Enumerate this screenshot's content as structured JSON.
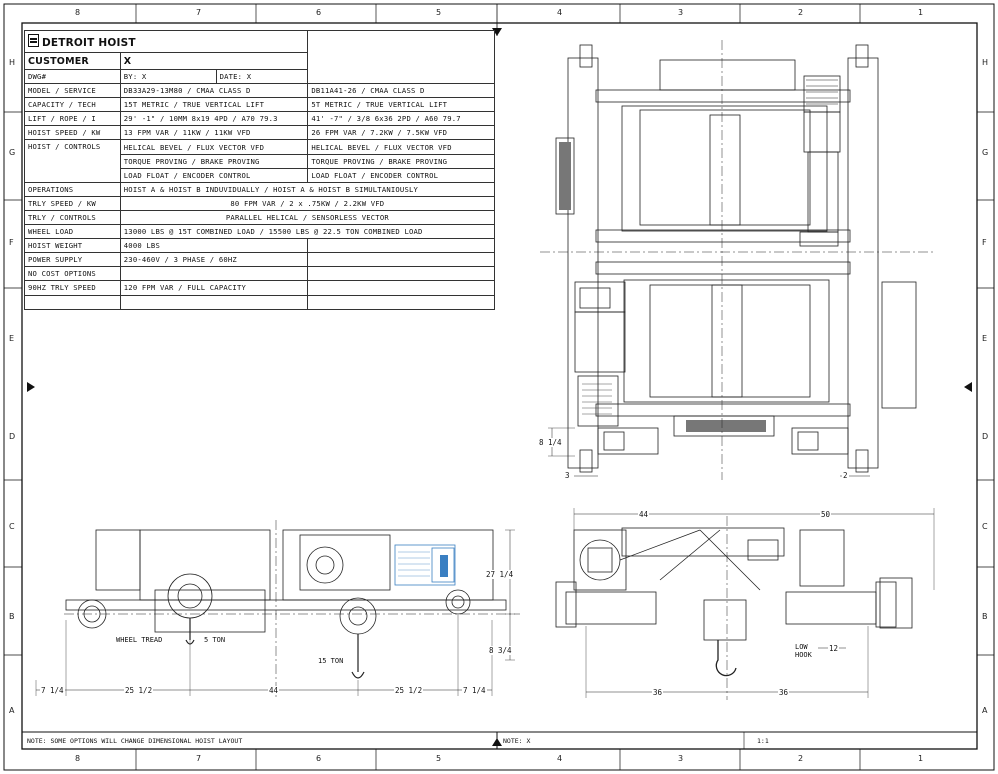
{
  "zones": {
    "columns": [
      "8",
      "7",
      "6",
      "5",
      "4",
      "3",
      "2",
      "1"
    ],
    "rows": [
      "H",
      "G",
      "F",
      "E",
      "D",
      "C",
      "B",
      "A"
    ]
  },
  "title_block": {
    "company": "DETROIT HOIST",
    "customer_label": "CUSTOMER",
    "customer_value": "X",
    "dwg_label": "DWG#",
    "by": "BY: X",
    "date": "DATE: X"
  },
  "spec_rows": [
    {
      "label": "MODEL / SERVICE",
      "a": "DB33A29-13M80 / CMAA CLASS D",
      "b": "DB11A41-26 / CMAA CLASS D"
    },
    {
      "label": "CAPACITY / TECH",
      "a": "15T METRIC / TRUE VERTICAL LIFT",
      "b": "5T METRIC / TRUE VERTICAL LIFT"
    },
    {
      "label": "LIFT / ROPE / I",
      "a": "29' -1\" / 10MM 8x19 4PD / A70 79.3",
      "b": "41' -7\" / 3/8 6x36 2PD / A60 79.7"
    },
    {
      "label": "HOIST SPEED / KW",
      "a": "13 FPM VAR / 11KW / 11KW VFD",
      "b": "26 FPM VAR / 7.2KW / 7.5KW VFD"
    },
    {
      "label": "HOIST / CONTROLS",
      "a": "HELICAL BEVEL / FLUX VECTOR VFD",
      "b": "HELICAL BEVEL / FLUX VECTOR VFD"
    },
    {
      "label": "",
      "a": "TORQUE PROVING / BRAKE PROVING",
      "b": "TORQUE PROVING / BRAKE PROVING"
    },
    {
      "label": "",
      "a": "LOAD FLOAT / ENCODER CONTROL",
      "b": "LOAD FLOAT / ENCODER CONTROL"
    }
  ],
  "spec_rows_wide": [
    {
      "label": "OPERATIONS",
      "value": "HOIST A & HOIST B INDUVIDUALLY / HOIST A & HOIST B SIMULTANIOUSLY",
      "align": "left"
    },
    {
      "label": "TRLY SPEED / KW",
      "value": "80 FPM VAR / 2 x .75KW / 2.2KW VFD",
      "align": "center"
    },
    {
      "label": "TRLY / CONTROLS",
      "value": "PARALLEL HELICAL / SENSORLESS VECTOR",
      "align": "center"
    },
    {
      "label": "WHEEL LOAD",
      "value": "13000 LBS @ 15T COMBINED LOAD / 15500 LBS @ 22.5 TON COMBINED LOAD",
      "align": "left"
    }
  ],
  "spec_rows_tail": [
    {
      "label": "HOIST WEIGHT",
      "a": "4000 LBS",
      "b": ""
    },
    {
      "label": "POWER SUPPLY",
      "a": "230-460V / 3 PHASE / 60HZ",
      "b": ""
    },
    {
      "label": "NO COST OPTIONS",
      "a": "",
      "b": ""
    },
    {
      "label": "90HZ TRLY SPEED",
      "a": "120 FPM VAR / FULL CAPACITY",
      "b": ""
    },
    {
      "label": "",
      "a": "",
      "b": ""
    }
  ],
  "top_view": {
    "dim_left_offset": "8 1/4",
    "dim_bottom_left": "3",
    "dim_bottom_right": "2"
  },
  "side_view": {
    "wheel_tread": "WHEEL TREAD",
    "small_hoist": "5 TON",
    "large_hoist": "15 TON",
    "height": "27 1/4",
    "hook_offset": "8 3/4",
    "dims": [
      "7 1/4",
      "25 1/2",
      "44",
      "25 1/2",
      "7 1/4"
    ]
  },
  "end_view": {
    "dim_top_left": "44",
    "dim_top_right": "50",
    "low_hook": "LOW HOOK",
    "low_hook_dim": "12",
    "dim_bottom_left": "36",
    "dim_bottom_right": "36"
  },
  "footer": {
    "note_left": "NOTE:  SOME OPTIONS WILL CHANGE DIMENSIONAL HOIST LAYOUT",
    "note_right": "NOTE:  X",
    "scale": "1:1"
  }
}
